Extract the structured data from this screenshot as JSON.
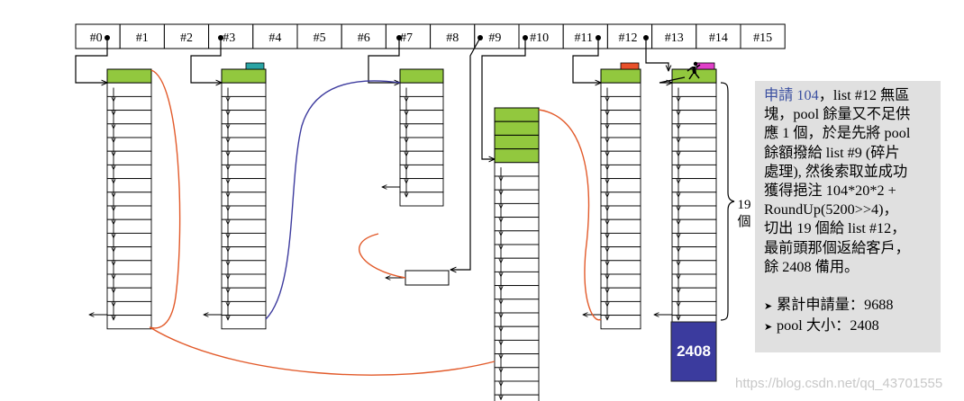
{
  "free_list": {
    "labels": [
      "#0",
      "#1",
      "#2",
      "#3",
      "#4",
      "#5",
      "#6",
      "#7",
      "#8",
      "#9",
      "#10",
      "#11",
      "#12",
      "#13",
      "#14",
      "#15"
    ],
    "pointer_slots": [
      0,
      3,
      7,
      9,
      10,
      11,
      12
    ]
  },
  "remaining_block_label": "2408",
  "brace_label": [
    "19",
    "個"
  ],
  "note": {
    "lines": [
      {
        "hl": "申請 104",
        "text": "，list #12 無區"
      },
      {
        "text": "塊，pool 餘量又不足供"
      },
      {
        "text": "應 1 個，於是先將 pool"
      },
      {
        "text": "餘額撥給 list #9 (碎片"
      },
      {
        "text": "處理), 然後索取並成功"
      },
      {
        "text": "獲得挹注 104*20*2 +"
      },
      {
        "text": "RoundUp(5200>>4)，"
      },
      {
        "text": "切出 19 個給 list #12，"
      },
      {
        "text": "最前頭那個返給客戶，"
      },
      {
        "text": "餘 2408 備用。"
      }
    ],
    "bullets": [
      "累計申請量：9688",
      "pool 大小：2408"
    ]
  },
  "watermark": "https://blog.csdn.net/qq_43701555",
  "colors": {
    "green": "#92c83e",
    "teal": "#2aa4a4",
    "red_orange": "#e8502a",
    "pink": "#e040c8",
    "pool_navy": "#3b3b9e",
    "curve_orange": "#e25a2a",
    "curve_blue": "#3d3b9e"
  }
}
